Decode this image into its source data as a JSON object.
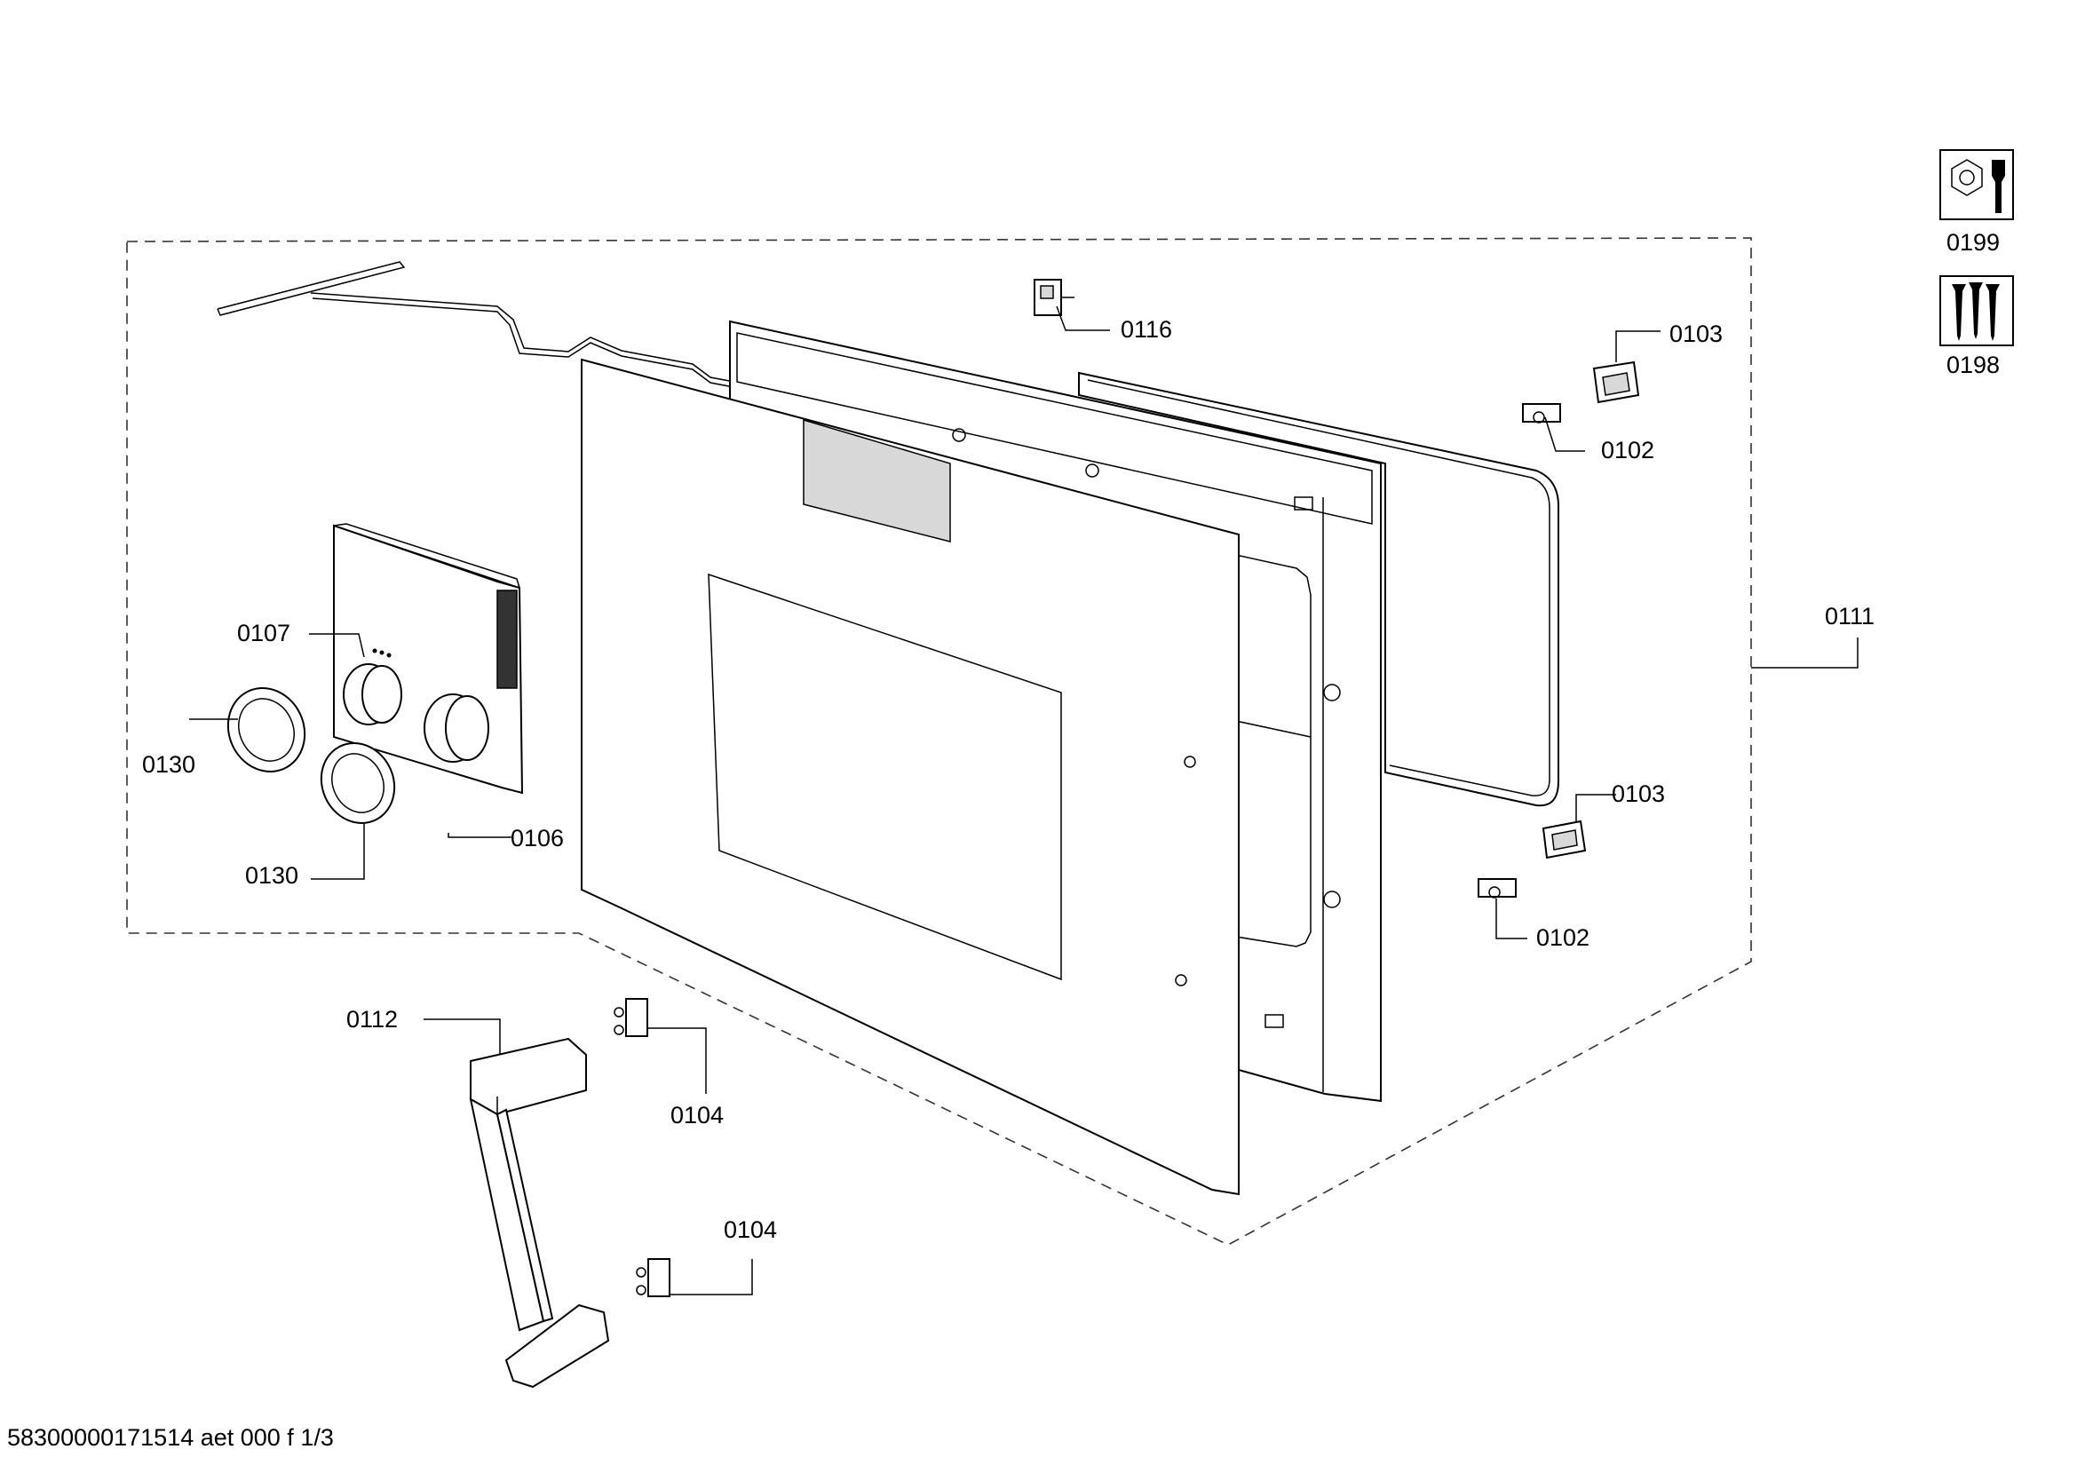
{
  "labels": {
    "p0199": "0199",
    "p0198": "0198",
    "p0116": "0116",
    "p0103_top": "0103",
    "p0102_top": "0102",
    "p0111": "0111",
    "p0107": "0107",
    "p0130_a": "0130",
    "p0130_b": "0130",
    "p0106": "0106",
    "p0103_bottom": "0103",
    "p0102_bottom": "0102",
    "p0112": "0112",
    "p0104_a": "0104",
    "p0104_b": "0104"
  },
  "footer": "58300000171514 aet 000 f 1/3",
  "icons": {
    "service_kit": "wrench-nut-icon",
    "screws_kit": "screws-icon"
  }
}
